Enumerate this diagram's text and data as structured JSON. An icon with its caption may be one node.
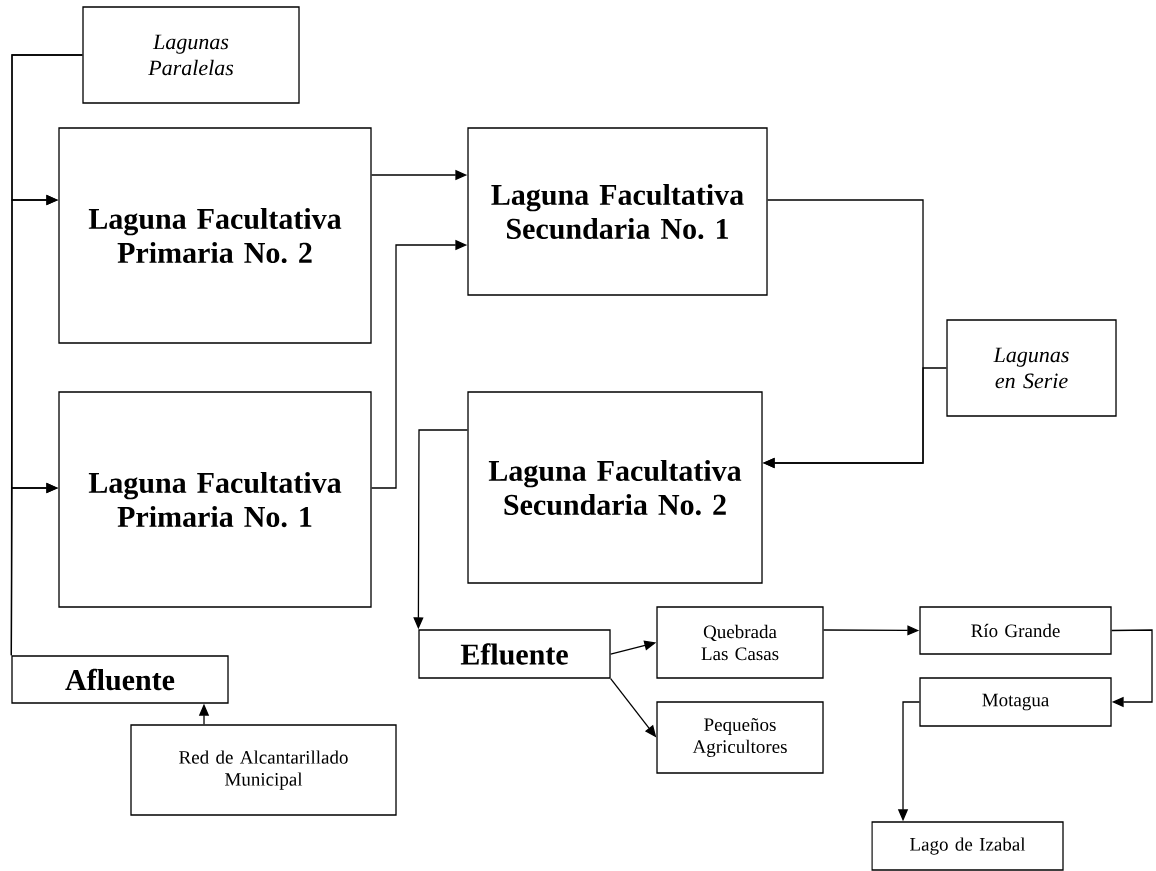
{
  "diagram": {
    "nodes": [
      {
        "text": [
          "Lagunas Paralelas"
        ]
      },
      {
        "text": [
          "Laguna Facultativa Primaria No. 2"
        ]
      },
      {
        "text": [
          "Laguna Facultativa Secundaria No. 1"
        ]
      },
      {
        "text": [
          "Lagunas en Serie"
        ]
      },
      {
        "text": [
          "Laguna Facultativa Primaria No. 1"
        ]
      },
      {
        "text": [
          "Laguna Facultativa Secundaria No. 2"
        ]
      },
      {
        "text": [
          "Afluente"
        ]
      },
      {
        "text": [
          "Red de Alcantarillado Municipal"
        ]
      },
      {
        "text": [
          "Efluente"
        ]
      },
      {
        "text": [
          "Quebrada Las Casas"
        ]
      },
      {
        "text": [
          "Pequeños Agricultores"
        ]
      },
      {
        "text": [
          "Río Grande"
        ]
      },
      {
        "text": [
          "Motagua"
        ]
      },
      {
        "text": [
          "Lago de Izabal"
        ]
      }
    ],
    "edges": [
      {
        "from": 0,
        "to": 1,
        "arrow": "to"
      },
      {
        "from": 0,
        "to": 4,
        "arrow": "to"
      },
      {
        "from": 6,
        "to": 1,
        "arrow": "to"
      },
      {
        "from": 6,
        "to": 4,
        "arrow": "to"
      },
      {
        "from": 1,
        "to": 2,
        "arrow": "to"
      },
      {
        "from": 4,
        "to": 2,
        "arrow": "to"
      },
      {
        "from": 2,
        "to": 5,
        "arrow": "to"
      },
      {
        "from": 3,
        "to": 5,
        "arrow": "to"
      },
      {
        "from": 5,
        "to": 8,
        "arrow": "to"
      },
      {
        "from": 7,
        "to": 6,
        "arrow": "to"
      },
      {
        "from": 8,
        "to": 9,
        "arrow": "to"
      },
      {
        "from": 8,
        "to": 10,
        "arrow": "to"
      },
      {
        "from": 9,
        "to": 11,
        "arrow": "to"
      },
      {
        "from": 11,
        "to": 12,
        "arrow": "to"
      },
      {
        "from": 12,
        "to": 13,
        "arrow": "to"
      }
    ]
  }
}
